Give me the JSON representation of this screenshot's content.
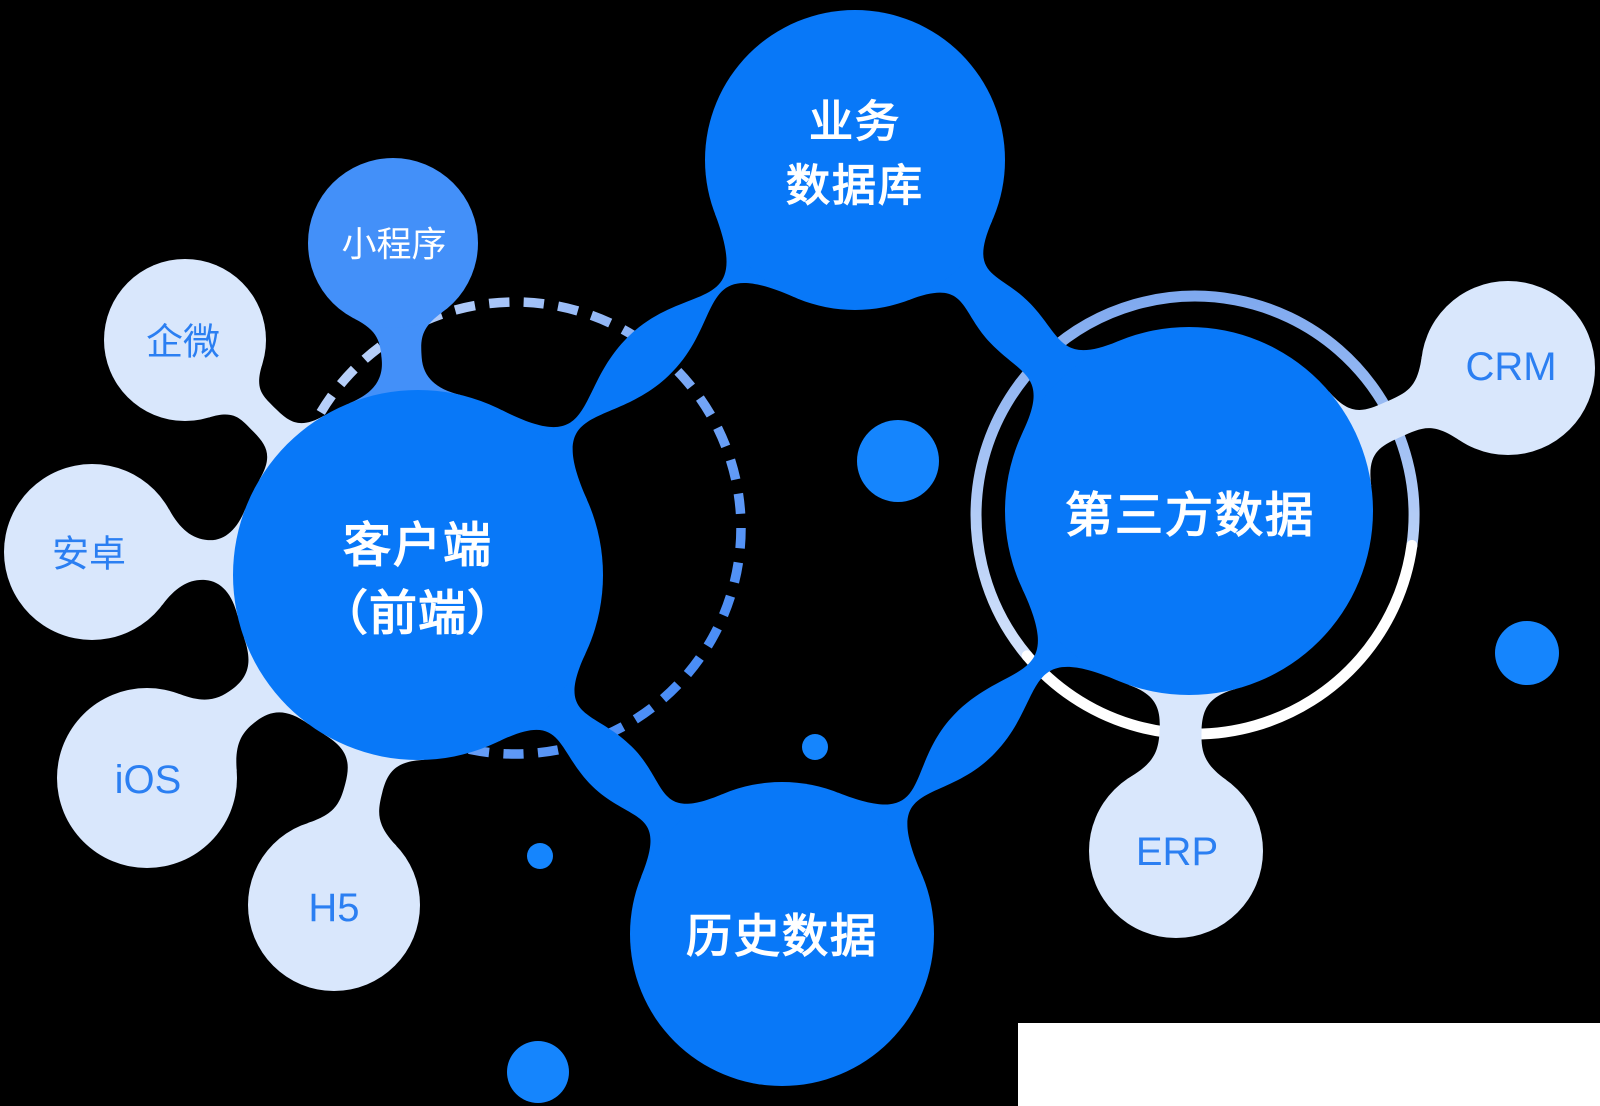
{
  "diagram": {
    "nodes": {
      "business_db": {
        "line1": "业务",
        "line2": "数据库"
      },
      "client": {
        "line1": "客户端",
        "line2": "（前端）"
      },
      "third_party": {
        "label": "第三方数据"
      },
      "history": {
        "label": "历史数据"
      }
    },
    "satellites": {
      "mini_program": {
        "label": "小程序"
      },
      "wecom": {
        "label": "企微"
      },
      "android": {
        "label": "安卓"
      },
      "ios": {
        "label": "iOS"
      },
      "h5": {
        "label": "H5"
      },
      "crm": {
        "label": "CRM"
      },
      "erp": {
        "label": "ERP"
      }
    },
    "colors": {
      "background": "#000000",
      "primary_node": "#0878F8",
      "mini_program_node": "#4390F9",
      "satellite_node": "#D9E7FC",
      "satellite_text": "#2B7FF2",
      "node_text": "#FFFFFF",
      "accent_dot": "#1585FD",
      "ring_light_top": "#7FA9EF",
      "ring_light_bottom": "#D3E2FB",
      "ring_white": "#FFFFFF",
      "dash_gradient_start": "#CCDDFB",
      "dash_gradient_end": "#3E86F6",
      "white_panel": "#FFFFFF"
    }
  }
}
